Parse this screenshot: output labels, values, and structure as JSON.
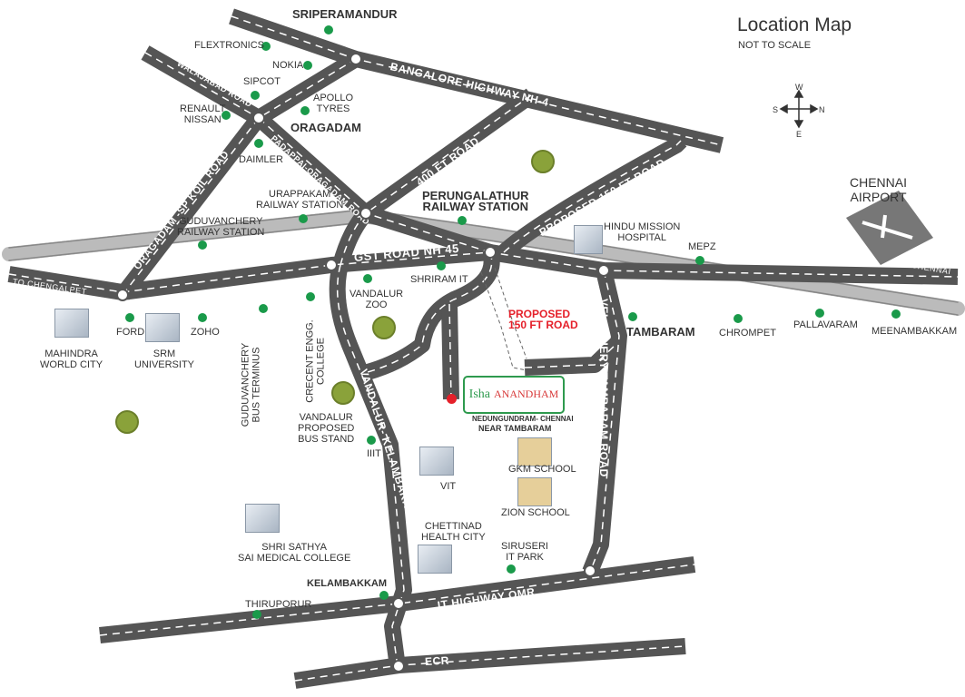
{
  "header": {
    "title": "Location Map",
    "subtitle": "NOT TO SCALE"
  },
  "compass": {
    "w": "W",
    "s": "S",
    "n": "N",
    "e": "E"
  },
  "project": {
    "name_part1": "Isha",
    "name_part2": "ANANDHAM",
    "location": "NEDUNGUNDRAM- CHENNAI",
    "near": "NEAR TAMBARAM"
  },
  "roads": {
    "bangalore": "BANGALORE HIGHWAY NH-4",
    "walajabad": "WALAJABAD ROAD",
    "spkoil": "ORAGADAM -SP KOIL ROAD",
    "padappai": "PADAPPAI-ORAGADAM ROAD",
    "r400": "400 FT ROAD",
    "p150": "PROPOSED 150 FT ROAD",
    "gst": "GST ROAD NH 45",
    "vandalur": "VANDALUR- KELAMBAKKAM ROAD",
    "velachery": "VELACHERY-TAMBARAM ROAD",
    "omr": "IT HIGHWAY OMR",
    "ecr": "ECR",
    "to_chengalpet": "TO CHENGALPET",
    "to_chennai": "TO CHENNAI",
    "proposed_red": "PROPOSED\n150 FT ROAD"
  },
  "places": {
    "sriperamandur": "SRIPERAMANDUR",
    "flextronics": "FLEXTRONICS",
    "nokia": "NOKIA",
    "sipcot": "SIPCOT",
    "apollo": "APOLLO\nTYRES",
    "renault": "RENAULT\nNISSAN",
    "oragadam": "ORAGADAM",
    "daimler": "DAIMLER",
    "urappakam": "URAPPAKAM\nRAILWAY STATION",
    "guduvanchery_rs": "GUDUVANCHERY\nRAILWAY STATION",
    "perungalathur": "PERUNGALATHUR\nRAILWAY STATION",
    "hindu": "HINDU MISSION\nHOSPITAL",
    "mepz": "MEPZ",
    "airport": "CHENNAI\nAIRPORT",
    "shriram": "SHRIRAM IT",
    "vandalur_zoo": "VANDALUR\nZOO",
    "mahindra": "MAHINDRA\nWORLD CITY",
    "ford": "FORD",
    "srm": "SRM\nUNIVERSITY",
    "zoho": "ZOHO",
    "guduvanchery_bt": "GUDUVANCHERY\nBUS TERMINUS",
    "crecent": "CRECENT ENGG.\nCOLLEGE",
    "tambaram": "TAMBARAM",
    "chrompet": "CHROMPET",
    "pallavaram": "PALLAVARAM",
    "meenambakkam": "MEENAMBAKKAM",
    "vandalur_bus": "VANDALUR\nPROPOSED\nBUS STAND",
    "iiit": "IIIT",
    "vit": "VIT",
    "gkm": "GKM SCHOOL",
    "zion": "ZION SCHOOL",
    "chettinad": "CHETTINAD\nHEALTH CITY",
    "siruseri": "SIRUSERI\nIT PARK",
    "sathya": "SHRI SATHYA\nSAI MEDICAL COLLEGE",
    "kelambakkam": "KELAMBAKKAM",
    "thiruporur": "THIRUPORUR"
  },
  "colors": {
    "road": "#555555",
    "landmark_dot": "#1a9a4a",
    "project_border": "#2e9a4e",
    "proposed_text": "#e5202a",
    "site_marker": "#e5202a"
  }
}
